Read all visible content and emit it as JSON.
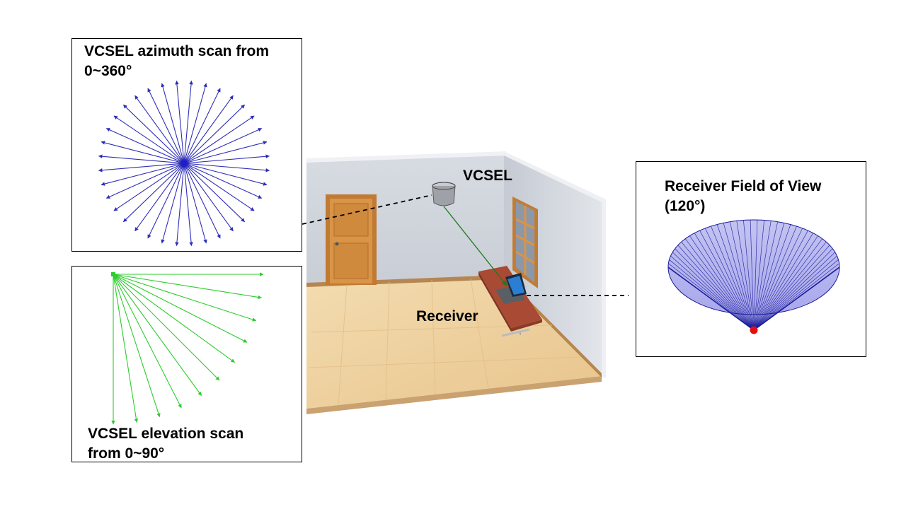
{
  "panels": {
    "azimuth": {
      "title_line1": "VCSEL azimuth scan from",
      "title_line2": "0~360°",
      "arrow_color": "#2e2eb8",
      "arrow_count": 36,
      "range_deg": [
        0,
        360
      ]
    },
    "elevation": {
      "title_line1": "VCSEL elevation scan",
      "title_line2": "from 0~90°",
      "arrow_color": "#2ecc2e",
      "arrow_count": 11,
      "range_deg": [
        0,
        90
      ]
    },
    "receiver_fov": {
      "title_line1": "Receiver Field of View",
      "title_line2": "(120°)",
      "cone_fill": "#c8c8f4",
      "cone_line": "#1a1a9c",
      "apex_color": "#e01010",
      "fov_deg": 120
    }
  },
  "scene": {
    "vcsel_label": "VCSEL",
    "receiver_label": "Receiver",
    "beam_color": "#1e7a1e"
  }
}
